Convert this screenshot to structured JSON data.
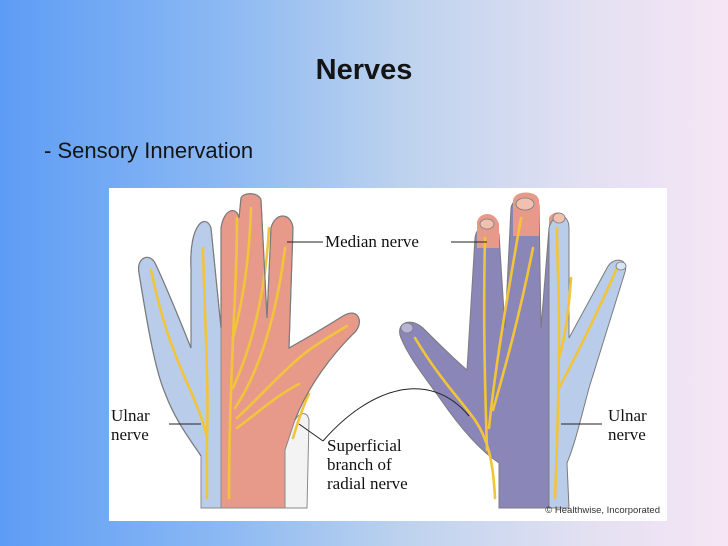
{
  "slide": {
    "title": "Nerves",
    "bullet": "- Sensory Innervation"
  },
  "figure": {
    "labels": {
      "median": "Median nerve",
      "ulnar_left": "Ulnar\nnerve",
      "ulnar_right": "Ulnar\nnerve",
      "superficial": "Superficial\nbranch of\nradial nerve"
    },
    "copyright": "© Healthwise, Incorporated"
  },
  "colors": {
    "median_region": "#e89a8a",
    "ulnar_region": "#b9cdeb",
    "radial_region": "#8a86b8",
    "nerve": "#f2c43a"
  }
}
